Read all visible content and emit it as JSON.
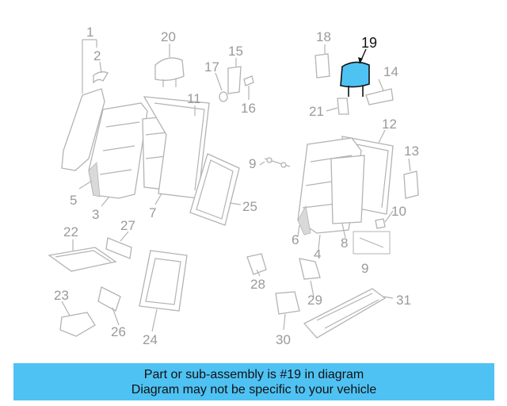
{
  "diagram": {
    "highlighted_part": "19",
    "callouts": [
      "1",
      "2",
      "3",
      "5",
      "20",
      "17",
      "15",
      "16",
      "11",
      "7",
      "25",
      "27",
      "22",
      "23",
      "26",
      "24",
      "18",
      "21",
      "14",
      "12",
      "13",
      "9",
      "10",
      "8",
      "6",
      "4",
      "28",
      "29",
      "30",
      "31"
    ],
    "highlight_color": "#4fc2f4"
  },
  "banner": {
    "line1": "Part or sub-assembly is #19 in diagram",
    "line2": "Diagram may not be specific to your vehicle",
    "background": "#4fc2f4"
  }
}
